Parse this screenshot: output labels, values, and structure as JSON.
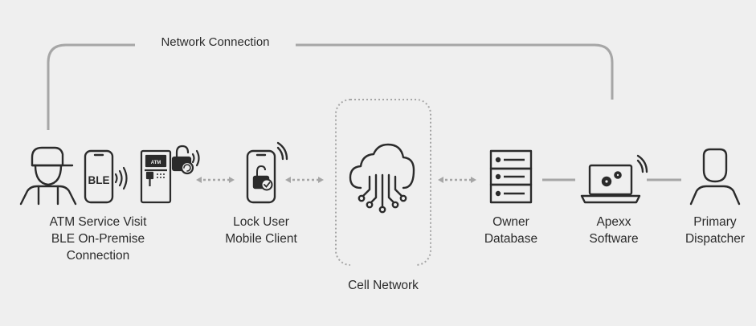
{
  "network_connection_label": "Network Connection",
  "nodes": {
    "atm": {
      "lines": [
        "ATM Service Visit",
        "BLE On-Premise",
        "Connection"
      ]
    },
    "lock_user": {
      "lines": [
        "Lock User",
        "Mobile Client"
      ]
    },
    "cell": {
      "lines": [
        "Cell Network"
      ]
    },
    "owner": {
      "lines": [
        "Owner",
        "Database"
      ]
    },
    "apexx": {
      "lines": [
        "Apexx",
        "Software"
      ]
    },
    "dispatcher": {
      "lines": [
        "Primary",
        "Dispatcher"
      ]
    }
  },
  "icon_text": {
    "ble": "BLE",
    "atm_screen": "ATM"
  },
  "colors": {
    "background": "#efefef",
    "stroke": "#2b2b2b",
    "connector": "#a6a6a6"
  }
}
